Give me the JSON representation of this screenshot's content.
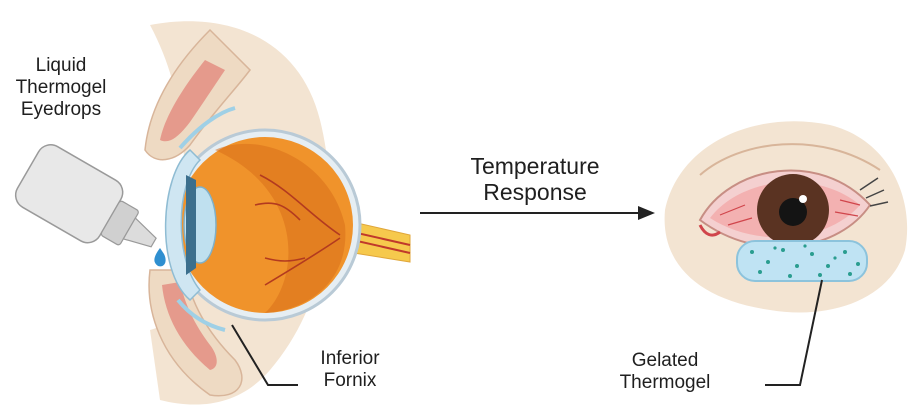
{
  "labels": {
    "eyedrops": "Liquid\nThermogel\nEyedrops",
    "temperature_response": "Temperature\nResponse",
    "inferior_fornix": "Inferior\nFornix",
    "gelated_thermogel": "Gelated\nThermogel"
  },
  "colors": {
    "eyeball": "#f0932b",
    "eyeball_dark": "#d9701a",
    "skin": "#f3e4d2",
    "muscle": "#e59a8c",
    "lens": "#bfe0ef",
    "gel": "#bfe3f3",
    "gel_dots": "#2a9d8f",
    "sclera_red": "#e88a8a",
    "iris": "#5a3322",
    "arrow": "#222222"
  }
}
